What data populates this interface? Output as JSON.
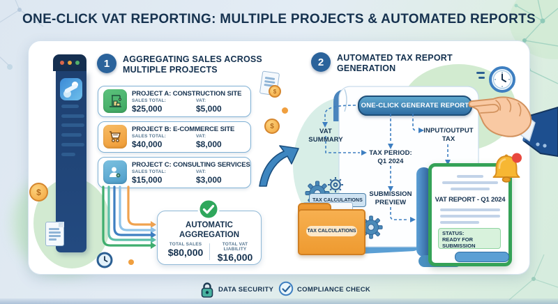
{
  "title": "ONE-CLICK VAT REPORTING: MULTIPLE PROJECTS & AUTOMATED REPORTS",
  "section1": {
    "number": "1",
    "title_line1": "AGGREGATING SALES ACROSS",
    "title_line2": "MULTIPLE PROJECTS",
    "projects": [
      {
        "name": "PROJECT A: CONSTRUCTION SITE",
        "sales_label": "SALES TOTAL:",
        "sales_value": "$25,000",
        "vat_label": "VAT:",
        "vat_value": "$5,000",
        "icon": "construction-crane-icon",
        "icon_color": "#4cb86b"
      },
      {
        "name": "PROJECT B: E-COMMERCE SITE",
        "sales_label": "SALES TOTAL:",
        "sales_value": "$40,000",
        "vat_label": "VAT:",
        "vat_value": "$8,000",
        "icon": "shopping-cart-icon",
        "icon_color": "#f2a23c"
      },
      {
        "name": "PROJECT C: CONSULTING SERVICES",
        "sales_label": "SALES TOTAL:",
        "sales_value": "$15,000",
        "vat_label": "VAT:",
        "vat_value": "$3,000",
        "icon": "person-gear-icon",
        "icon_color": "#56a3cc"
      }
    ],
    "aggregation": {
      "title_line1": "AUTOMATIC",
      "title_line2": "AGGREGATION",
      "total_sales_label": "TOTAL SALES",
      "total_sales_value": "$80,000",
      "total_vat_label": "TOTAL VAT LIABILITY",
      "total_vat_value": "$16,000"
    }
  },
  "section2": {
    "number": "2",
    "title_line1": "AUTOMATED TAX REPORT",
    "title_line2": "GENERATION",
    "generate_button_label": "ONE-CLICK GENERATE REPORT",
    "nodes": {
      "vat_summary": "VAT SUMMARY",
      "tax_period_line1": "TAX PERIOD:",
      "tax_period_line2": "Q1 2024",
      "input_output_line1": "INPUT/OUTPUT",
      "input_output_line2": "TAX",
      "submission_line1": "SUBMISSION",
      "submission_line2": "PREVIEW"
    },
    "folder_tab_label": "TAX CALCULATIONS",
    "folder_label": "TAX CALCULATIONS",
    "report": {
      "title": "VAT REPORT - Q1 2024",
      "status_line1": "STATUS:",
      "status_line2": "READY FOR SUBMISSION"
    }
  },
  "footer": {
    "data_security_label": "DATA SECURITY",
    "compliance_check_label": "COMPLIANCE CHECK"
  },
  "icons": [
    "app-logo-icon",
    "construction-crane-icon",
    "shopping-cart-icon",
    "person-gear-icon",
    "check-circle-icon",
    "curved-arrow-icon",
    "clock-icon",
    "pointing-hand-icon",
    "bell-notification-icon",
    "gear-icon",
    "folder-icon",
    "document-icon",
    "dollar-coin-icon",
    "lock-icon",
    "compliance-check-icon"
  ],
  "colors": {
    "title_text": "#16324f",
    "accent_blue": "#2b639b",
    "button_blue": "#2e6da3",
    "success_green": "#2fa75c",
    "report_border_green": "#35a257",
    "folder_orange": "#f2a23c",
    "bell_yellow": "#f7b733",
    "alert_red": "#e8483e",
    "dashed_connector": "#3e7fc1"
  }
}
